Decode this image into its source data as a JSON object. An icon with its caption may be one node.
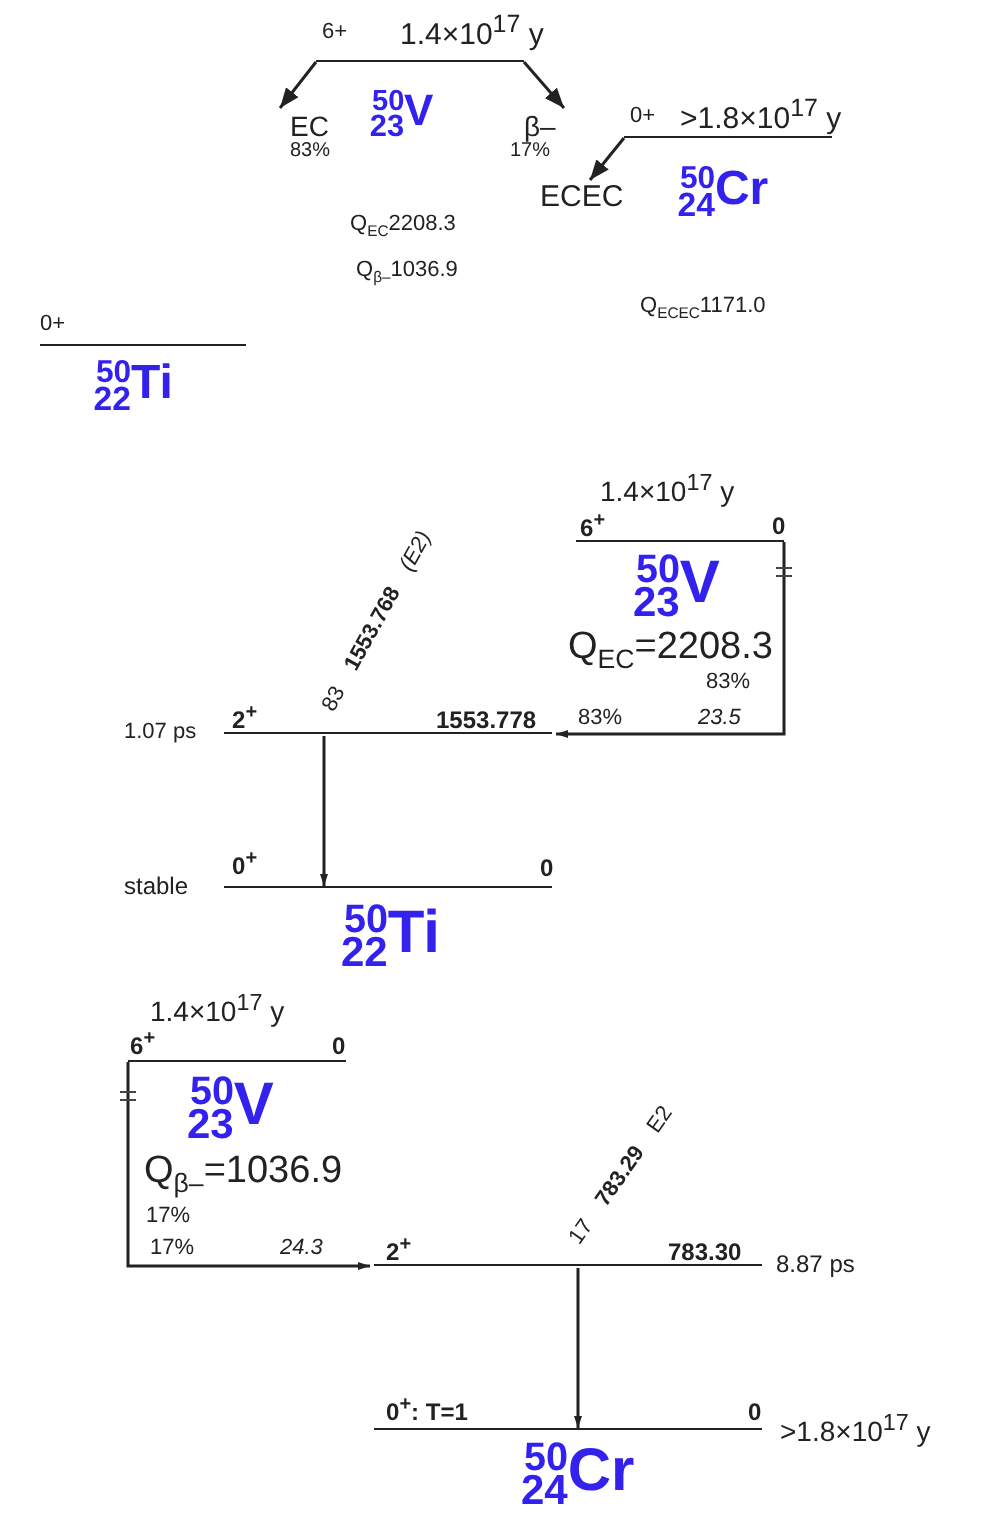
{
  "diagram": {
    "nodes": [
      {
        "text": [
          "6+",
          "1.4×10$^{17}$ y"
        ],
        "beside": [
          "$^{50}$$_{23}$V"
        ]
      },
      {
        "text": [
          "EC",
          "83%"
        ]
      },
      {
        "text": [
          "β–",
          "17%"
        ]
      },
      {
        "text": [
          "0+",
          ">1.8×10$^{17}$ y"
        ],
        "beside": [
          "$^{50}$$_{24}$Cr"
        ]
      },
      {
        "text": [
          "ECEC"
        ]
      },
      {
        "text": [
          "0+"
        ],
        "beside": [
          "$^{50}$$_{22}$Ti"
        ]
      },
      {
        "text": [
          "1.4×10$^{17}$ y",
          "6$^{+}$",
          "0"
        ],
        "beside": [
          "$^{50}$$_{23}$V",
          "Q$_{EC}$=2208.3",
          "83%"
        ]
      },
      {
        "text": [
          "2$^{+}$",
          "1553.778"
        ],
        "beside": [
          "1.07 ps"
        ]
      },
      {
        "text": [
          "0$^{+}$",
          "0"
        ],
        "beside": [
          "stable",
          "$^{50}$$_{22}$Ti"
        ]
      },
      {
        "text": [
          "1.4×10$^{17}$ y",
          "6$^{+}$",
          "0"
        ],
        "beside": [
          "$^{50}$$_{23}$V",
          "Q$_{β–}$=1036.9",
          "17%"
        ]
      },
      {
        "text": [
          "2$^{+}$",
          "783.30"
        ],
        "beside": [
          "8.87 ps"
        ]
      },
      {
        "text": [
          "0$^{+}$: T=1",
          "0"
        ],
        "beside": [
          ">1.8×10$^{17}$ y",
          "$^{50}$$_{24}$Cr"
        ]
      }
    ],
    "edges": [
      {
        "from": 0,
        "to": 1,
        "arrow": "to"
      },
      {
        "from": 0,
        "to": 2,
        "arrow": "to"
      },
      {
        "from": 3,
        "to": 4,
        "arrow": "to"
      },
      {
        "from": 6,
        "to": 7,
        "arrow": "to",
        "label": "23.5"
      },
      {
        "from": 7,
        "to": 8,
        "arrow": "to",
        "label": "83 **1553.768** *(E2)*"
      },
      {
        "from": 9,
        "to": 10,
        "arrow": "to",
        "label": "24.3"
      },
      {
        "from": 10,
        "to": 11,
        "arrow": "to",
        "label": "17 **783.29** E2"
      }
    ],
    "labels": [
      "Q$_{EC}$2208.3",
      "Q$_{β–}$1036.9",
      "Q$_{ECEC}$1171.0",
      "83%",
      "17%"
    ]
  }
}
